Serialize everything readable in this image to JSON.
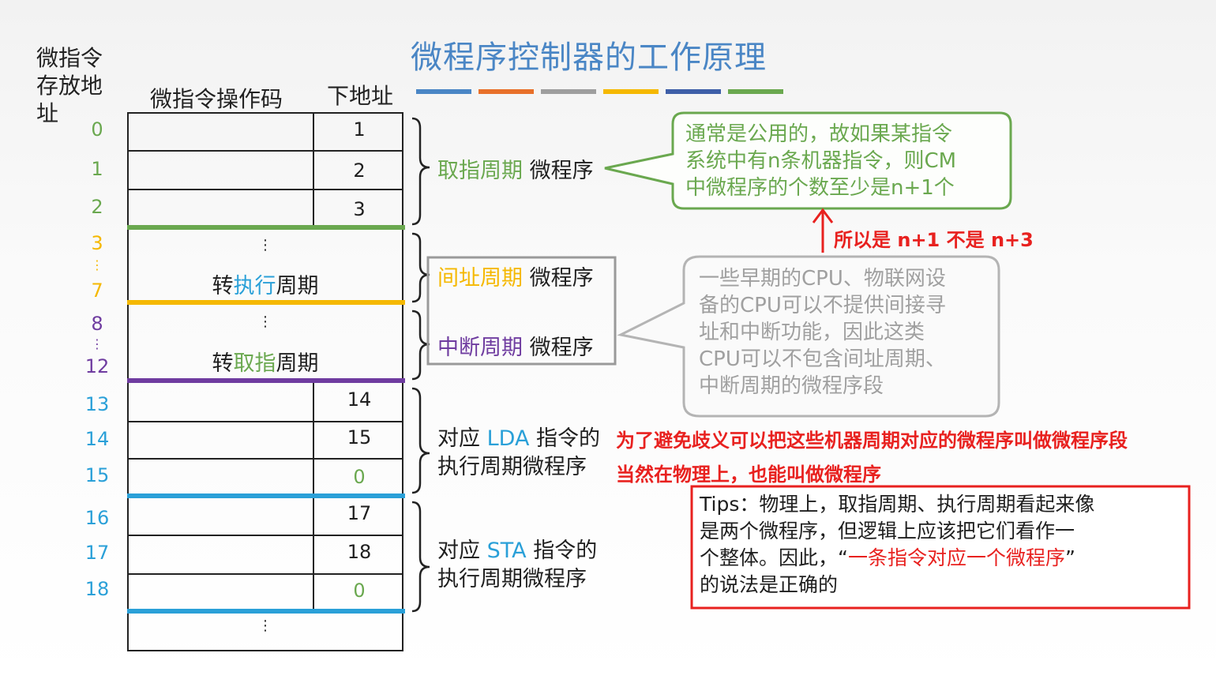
{
  "title": "微程序控制器的工作原理",
  "header": {
    "addr_col": [
      "微指令",
      "存放地",
      "址"
    ],
    "opcode_col": "微指令操作码",
    "next_col": "下地址"
  },
  "colors": {
    "title": "#4a86c5",
    "green": "#6aa84f",
    "yellow": "#f5b800",
    "purple": "#6f3ca0",
    "blue": "#2aa0d8",
    "red": "#e8211f",
    "stripes": [
      "#4a86c5",
      "#e8702a",
      "#9e9e9e",
      "#f5b800",
      "#3e5fa8",
      "#6aa84f"
    ]
  },
  "addresses": {
    "a0": "0",
    "a1": "1",
    "a2": "2",
    "a3": "3",
    "a7": "7",
    "a8": "8",
    "a12": "12",
    "a13": "13",
    "a14": "14",
    "a15": "15",
    "a16": "16",
    "a17": "17",
    "a18": "18",
    "dots": "⋮"
  },
  "next_addr": {
    "r0": "1",
    "r1": "2",
    "r2": "3",
    "r13": "14",
    "r14": "15",
    "r15": "0",
    "r16": "17",
    "r17": "18",
    "r18": "0"
  },
  "cells": {
    "exec_jump_prefix": "转",
    "exec_jump_mid": "执行",
    "exec_jump_suffix": "周期",
    "fetch_jump_prefix": "转",
    "fetch_jump_mid": "取指",
    "fetch_jump_suffix": "周期",
    "dots": "⋮"
  },
  "labels": {
    "fetch_colored": "取指周期",
    "fetch_rest": " 微程序",
    "indirect_colored": "间址周期",
    "indirect_rest": " 微程序",
    "interrupt_colored": "中断周期",
    "interrupt_rest": " 微程序",
    "lda_pre": "对应 ",
    "lda_mid": "LDA",
    "lda_post": " 指令的",
    "lda_line2": "执行周期微程序",
    "sta_pre": "对应 ",
    "sta_mid": "STA",
    "sta_post": " 指令的",
    "sta_line2": "执行周期微程序"
  },
  "bubble_green": [
    "通常是公用的，故如果某指令",
    "系统中有n条机器指令，则CM",
    "中微程序的个数至少是n+1个"
  ],
  "arrow_note": "所以是 n+1 不是 n+3",
  "bubble_gray": [
    "一些早期的CPU、物联网设",
    "备的CPU可以不提供间接寻",
    "址和中断功能，因此这类",
    "CPU可以不包含间址周期、",
    "中断周期的微程序段"
  ],
  "red_notes": [
    "为了避免歧义可以把这些机器周期对应的微程序叫做微程序段",
    "当然在物理上，也能叫做微程序"
  ],
  "tips": {
    "line1": "Tips：物理上，取指周期、执行周期看起来像",
    "line2": "是两个微程序，但逻辑上应该把它们看作一",
    "line3_pre": "个整体。因此，“",
    "line3_red": "一条指令对应一个微程序",
    "line3_post": "”",
    "line4": "的说法是正确的"
  }
}
